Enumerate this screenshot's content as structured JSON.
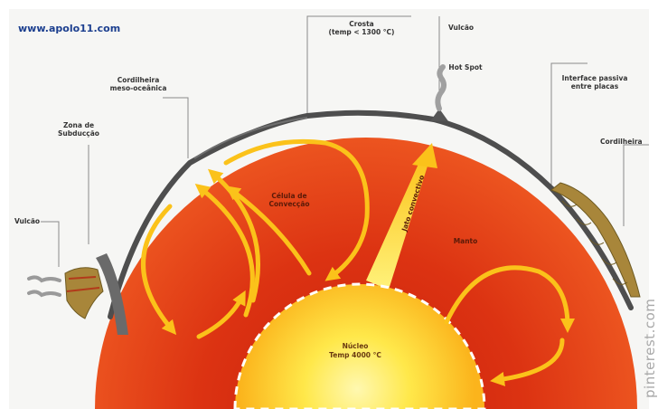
{
  "site": "www.apolo11.com",
  "labels": {
    "crosta_1": "Crosta",
    "crosta_2": "(temp < 1300 °C)",
    "vulcao_top": "Vulcão",
    "hot_spot": "Hot Spot",
    "cordilheira_1": "Cordilheira",
    "cordilheira_2": "meso-oceânica",
    "interface_1": "Interface passiva",
    "interface_2": "entre placas",
    "zona_1": "Zona de",
    "zona_2": "Subducção",
    "cordilheira_right": "Cordilheira",
    "vulcao_left": "Vulcão",
    "celula_1": "Célula de",
    "celula_2": "Convecção",
    "jato": "Jato convectivo",
    "manto": "Manto",
    "nucleo_1": "Núcleo",
    "nucleo_2": "Temp 4000 °C"
  },
  "watermark": "pinterest.com",
  "colors": {
    "mantle_outer": "#e8401a",
    "mantle_inner": "#d02a10",
    "core": "#fde24a",
    "arrow": "#fbc21a",
    "crust": "#4e4e4e",
    "plate": "#a8863a",
    "site": "#1c3f8f"
  }
}
